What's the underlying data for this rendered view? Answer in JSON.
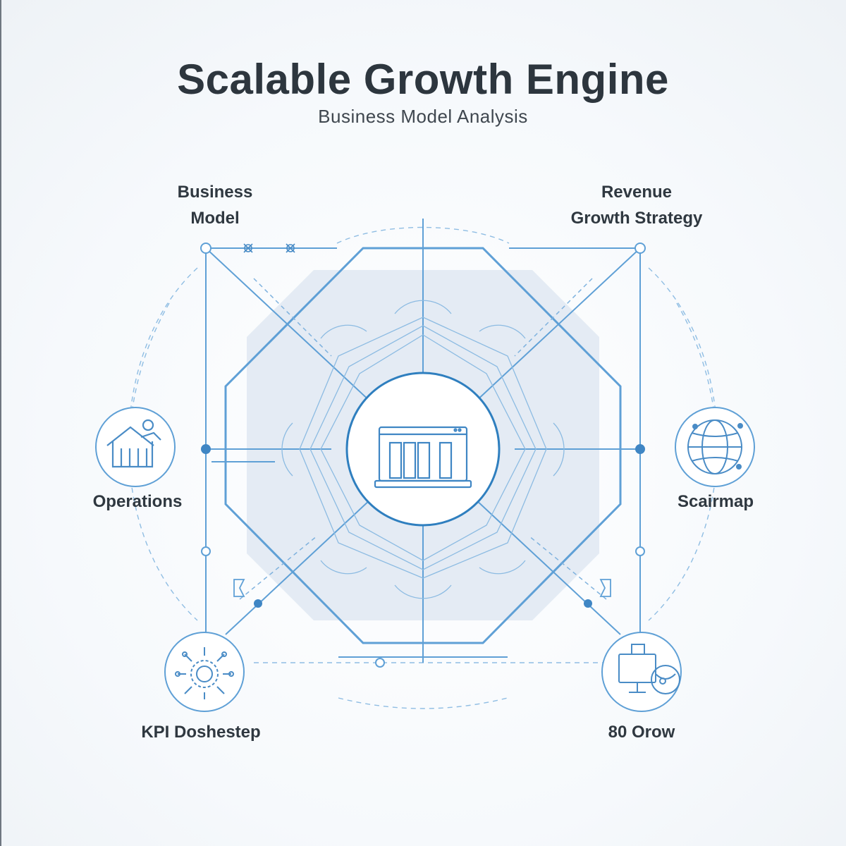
{
  "header": {
    "title": "Scalable Growth Engine",
    "subtitle": "Business Model Analysis"
  },
  "nodes": {
    "top_left": {
      "label_line1": "Business",
      "label_line2": "Model"
    },
    "top_right": {
      "label_line1": "Revenue",
      "label_line2": "Growth Strategy"
    },
    "mid_left": {
      "label": "Operations",
      "icon": "house-icon"
    },
    "mid_right": {
      "label": "Scairmap",
      "icon": "globe-icon"
    },
    "bottom_left": {
      "label": "KPI Doshestep",
      "icon": "gear-network-icon"
    },
    "bottom_right": {
      "label": "80 Orow",
      "icon": "monitor-icon"
    },
    "center": {
      "icon": "laptop-icon"
    }
  },
  "colors": {
    "line": "#5fa0d6",
    "line_dark": "#3f86c4",
    "fill": "#e8eef6",
    "text": "#2f3840"
  }
}
